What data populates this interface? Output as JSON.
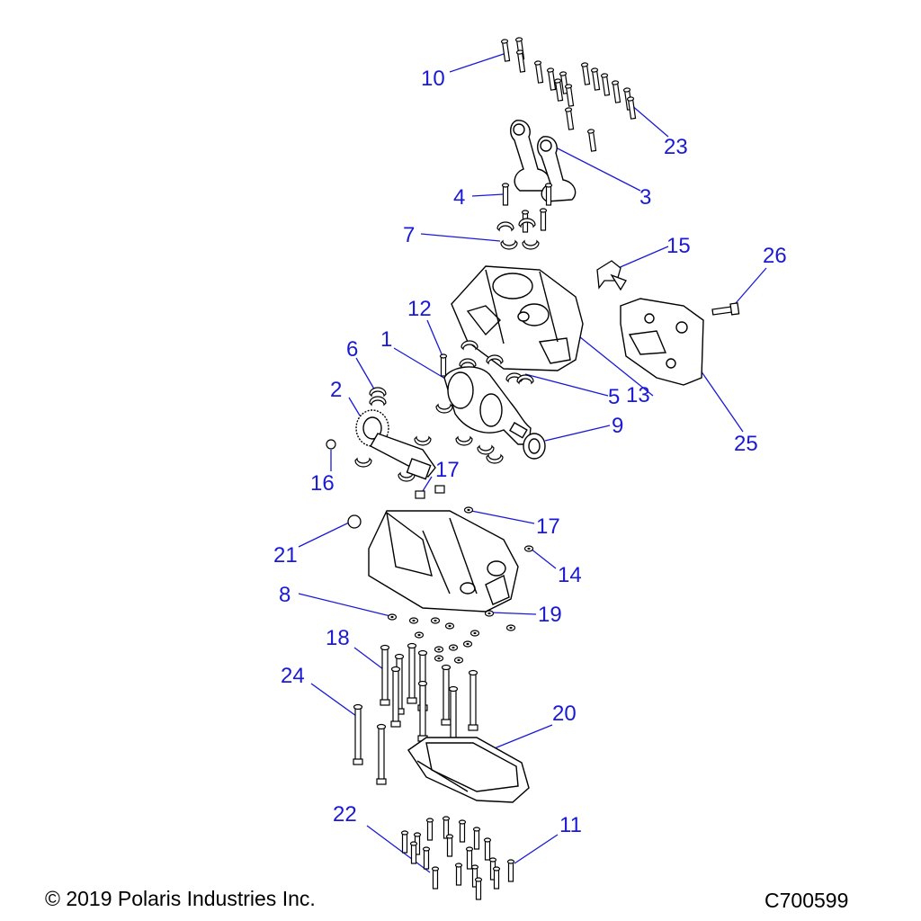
{
  "callouts": {
    "c10": "10",
    "c23": "23",
    "c3": "3",
    "c4": "4",
    "c7": "7",
    "c15": "15",
    "c26": "26",
    "c12": "12",
    "c1": "1",
    "c6": "6",
    "c2": "2",
    "c5": "5",
    "c13": "13",
    "c9": "9",
    "c25": "25",
    "c16": "16",
    "c17a": "17",
    "c17b": "17",
    "c21": "21",
    "c14": "14",
    "c8": "8",
    "c19": "19",
    "c18": "18",
    "c24": "24",
    "c20": "20",
    "c22": "22",
    "c11": "11"
  },
  "footer": {
    "copyright": "© 2019 Polaris Industries Inc.",
    "drawing_id": "C700599"
  },
  "colors": {
    "callout": "#1a1ad6",
    "leader": "#1a1ad6",
    "part_stroke": "#000000",
    "part_fill": "#ffffff"
  }
}
